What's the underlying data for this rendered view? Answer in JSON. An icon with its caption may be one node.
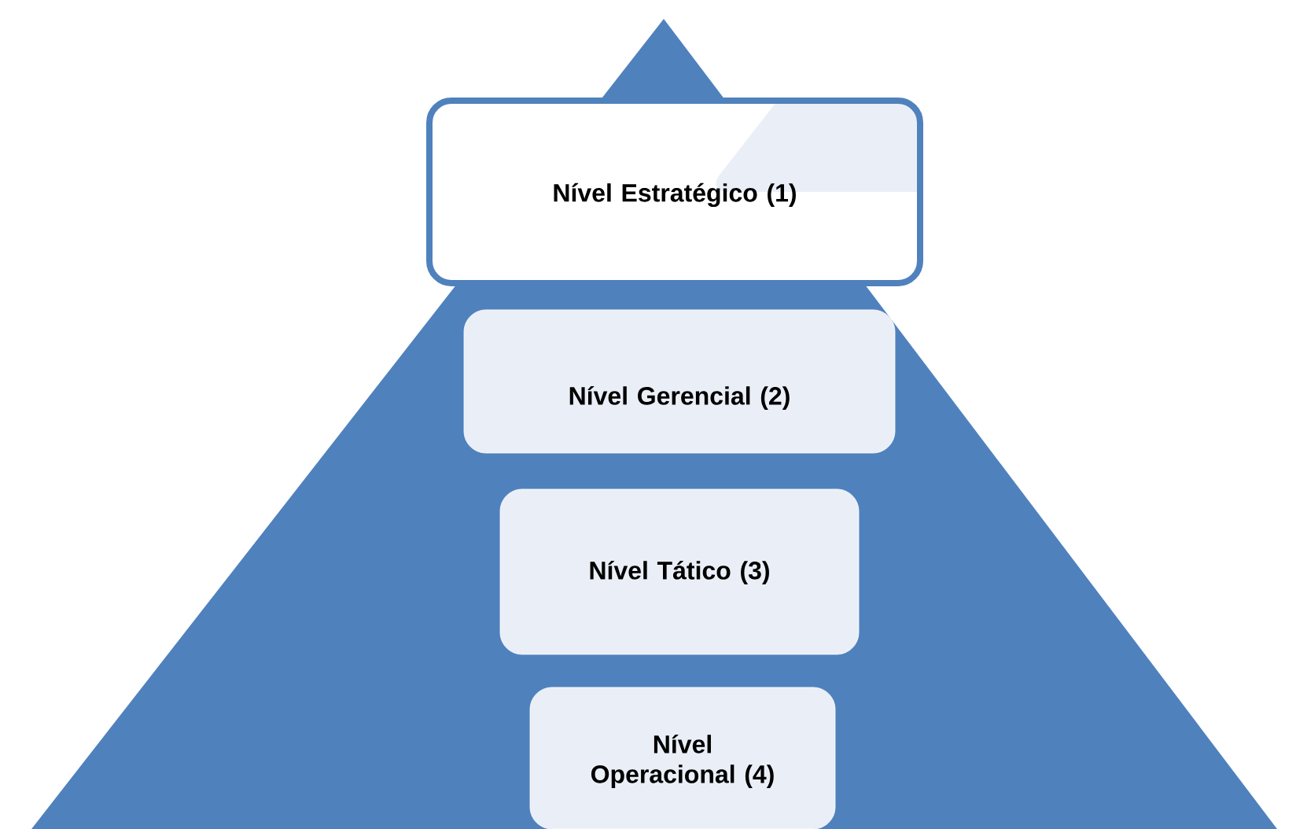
{
  "diagram": {
    "nodes": [
      {
        "text": [
          "Nível Estratégico (1)"
        ]
      },
      {
        "text": [
          "Nível Gerencial (2)"
        ]
      },
      {
        "text": [
          "Nível Tático (3)"
        ]
      },
      {
        "text": [
          "Nível Operacional (4)"
        ]
      }
    ]
  }
}
